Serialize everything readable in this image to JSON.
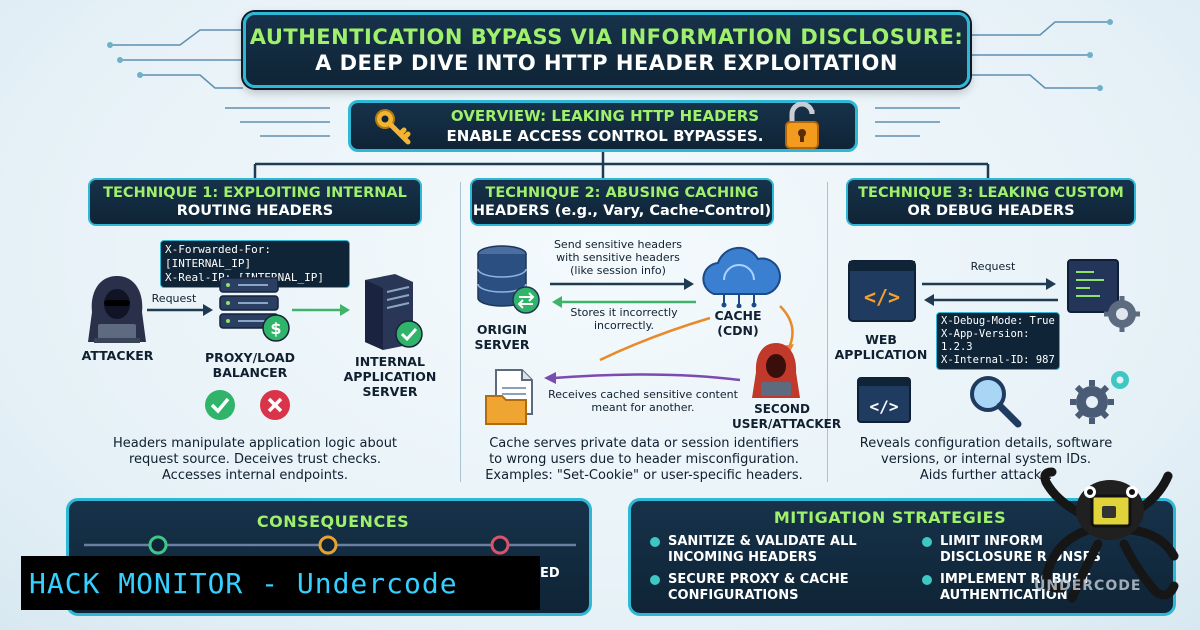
{
  "title": {
    "line1": "AUTHENTICATION BYPASS VIA INFORMATION DISCLOSURE:",
    "line2": "A DEEP DIVE INTO HTTP HEADER EXPLOITATION"
  },
  "overview": {
    "line1": "OVERVIEW: LEAKING HTTP HEADERS",
    "line2": "ENABLE ACCESS CONTROL BYPASSES."
  },
  "technique1": {
    "line1": "TECHNIQUE 1: EXPLOITING INTERNAL",
    "line2": "ROUTING HEADERS",
    "header_line1": "X-Forwarded-For: [INTERNAL_IP]",
    "header_line2": "X-Real-IP: [INTERNAL_IP]",
    "request_label": "Request",
    "attacker": "ATTACKER",
    "proxy_line1": "PROXY/LOAD",
    "proxy_line2": "BALANCER",
    "server_line1": "INTERNAL",
    "server_line2": "APPLICATION",
    "server_line3": "SERVER",
    "desc_line1": "Headers manipulate application logic about",
    "desc_line2": "request source. Deceives trust checks.",
    "desc_line3": "Accesses internal endpoints."
  },
  "technique2": {
    "line1": "TECHNIQUE 2: ABUSING CACHING",
    "line2": "HEADERS (e.g., Vary, Cache-Control)",
    "send_line1": "Send sensitive headers",
    "send_line2": "with sensitive headers",
    "send_line3": "(like session info)",
    "stores_line1": "Stores it incorrectly",
    "stores_line2": "incorrectly.",
    "origin_line1": "ORIGIN",
    "origin_line2": "SERVER",
    "cache_line1": "CACHE",
    "cache_line2": "(CDN)",
    "receives_line1": "Receives cached sensitive content",
    "receives_line2": "meant for another.",
    "second_line1": "SECOND",
    "second_line2": "USER/ATTACKER",
    "desc_line1": "Cache serves private data or session identifiers",
    "desc_line2": "to wrong users due to header misconfiguration.",
    "desc_line3": "Examples: \"Set-Cookie\" or user-specific headers."
  },
  "technique3": {
    "line1": "TECHNIQUE 3: LEAKING CUSTOM",
    "line2": "OR DEBUG HEADERS",
    "request_label": "Request",
    "web_line1": "WEB",
    "web_line2": "APPLICATION",
    "header_line1": "X-Debug-Mode: True",
    "header_line2": "X-App-Version: 1.2.3",
    "header_line3": "X-Internal-ID: 987",
    "desc_line1": "Reveals configuration details, software",
    "desc_line2": "versions, or internal system IDs.",
    "desc_line3": "Aids further attacks."
  },
  "consequences": {
    "title": "CONSEQUENCES",
    "partial": "ED"
  },
  "mitigation": {
    "title": "MITIGATION STRATEGIES",
    "item1_line1": "SANITIZE & VALIDATE ALL",
    "item1_line2": "INCOMING HEADERS",
    "item2_line1": "SECURE PROXY & CACHE",
    "item2_line2": "CONFIGURATIONS",
    "item3_line1": "LIMIT INFORM",
    "item3_line2": "DISCLOSURE R",
    "item3_line3": "ONSES",
    "item4_line1": "IMPLEMENT ROBUST",
    "item4_line2": "AUTHENTICATION"
  },
  "banner": {
    "text": "HACK MONITOR - Undercode"
  },
  "watermark": {
    "text": "UNDERCODE"
  },
  "colors": {
    "accent": "#2fb8d6",
    "highlight": "#9ff06a",
    "navy": "#0f2436",
    "banner_text": "#35d0ff"
  }
}
